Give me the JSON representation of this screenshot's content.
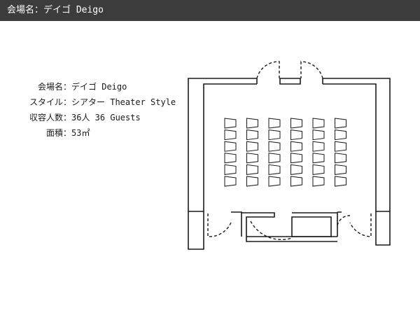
{
  "header": {
    "title": "会場名：デイゴ Deigo"
  },
  "info": {
    "separator": "：",
    "rows": [
      {
        "label": "会場名",
        "value": "デイゴ Deigo"
      },
      {
        "label": "スタイル",
        "value": "シアター Theater Style"
      },
      {
        "label": "収容人数",
        "value": "36人 36 Guests"
      },
      {
        "label": "面積",
        "value": "53㎡"
      }
    ]
  },
  "floor_plan": {
    "layout": "theater",
    "seat_columns": 6,
    "seat_rows": 6,
    "colors": {
      "line": "#1a1a1a",
      "header_bg": "#3c3c3c"
    }
  }
}
